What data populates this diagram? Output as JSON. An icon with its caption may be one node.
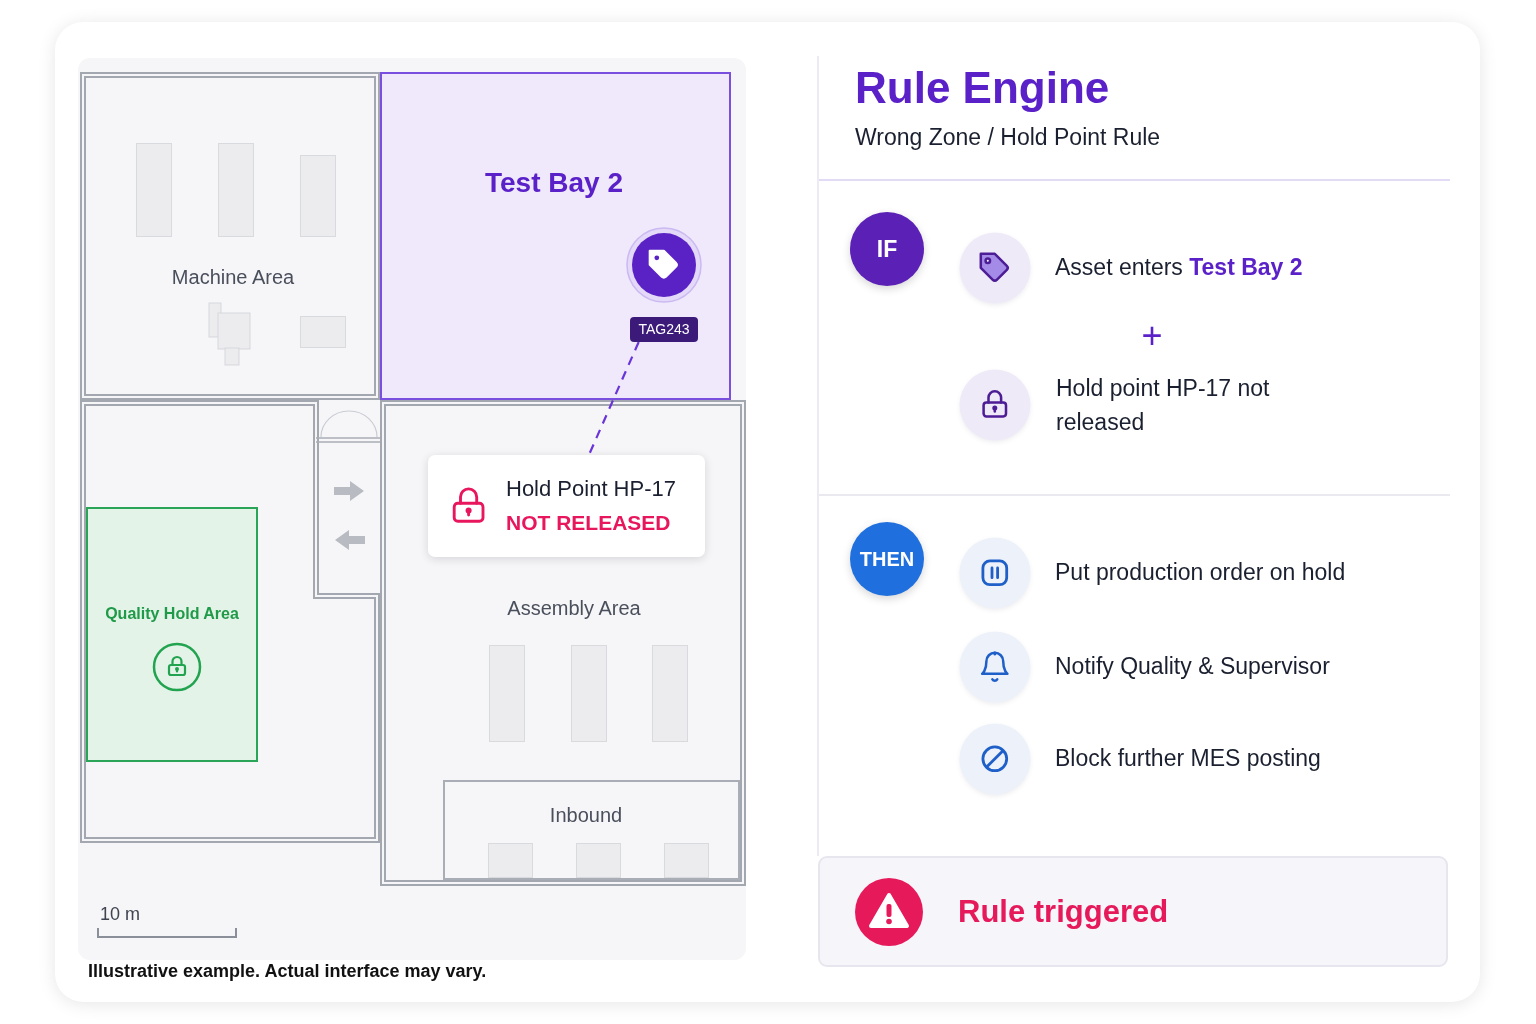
{
  "diagram": {
    "title": "Rule Engine",
    "caption": "Illustrative example. Actual interface may vary.",
    "nodes": [
      {
        "text": [
          "Machine Area"
        ]
      },
      {
        "text": [
          "Test Bay 2"
        ]
      },
      {
        "text": [
          "TAG243"
        ],
        "in": 1
      },
      {
        "text": [],
        "shape": "box"
      },
      {
        "text": [
          "Quality Hold Area"
        ],
        "in": 3
      },
      {
        "text": [
          "Assembly Area"
        ]
      },
      {
        "text": [
          "Hold Point HP-17",
          "NOT RELEASED"
        ],
        "in": 5
      },
      {
        "text": [
          "Inbound"
        ],
        "in": 5
      },
      {
        "text": [
          "IF"
        ]
      },
      {
        "text": [
          "THEN"
        ]
      },
      {
        "text": [
          "Rule triggered"
        ]
      }
    ],
    "edges": [
      {
        "from": 2,
        "to": 6,
        "arrow": "none",
        "style": "dashed"
      }
    ],
    "labels": [
      "10 m",
      "Wrong Zone / Hold Point Rule",
      "Asset enters **Test Bay 2**",
      "+",
      "Hold point HP-17 not released",
      "Put production order on hold",
      "Notify Quality & Supervisor",
      "Block further MES posting"
    ]
  }
}
